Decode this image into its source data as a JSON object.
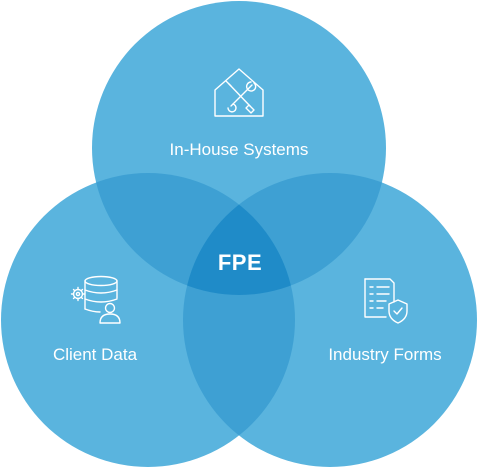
{
  "diagram": {
    "center_label": "FPE",
    "sets": [
      {
        "id": "top",
        "label": "In-House Systems",
        "icon": "tools-house-icon"
      },
      {
        "id": "left",
        "label": "Client Data",
        "icon": "database-user-icon"
      },
      {
        "id": "right",
        "label": "Industry Forms",
        "icon": "form-shield-icon"
      }
    ],
    "colors": {
      "circle": "#5AB4DE",
      "overlap_pair": "#3EA0D3",
      "overlap_center": "#1F8BC8",
      "text": "#FFFFFF"
    }
  }
}
